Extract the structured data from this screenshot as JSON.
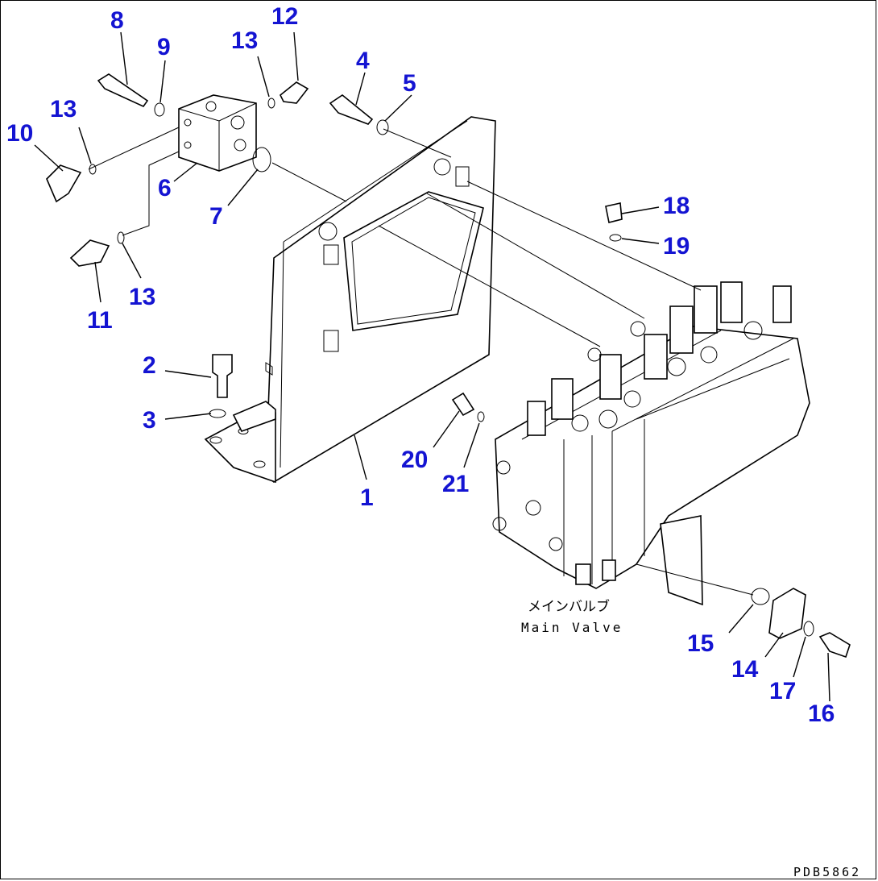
{
  "callouts": {
    "c1": "1",
    "c2": "2",
    "c3": "3",
    "c4": "4",
    "c5": "5",
    "c6": "6",
    "c7": "7",
    "c8": "8",
    "c9": "9",
    "c10": "10",
    "c11": "11",
    "c12": "12",
    "c13a": "13",
    "c13b": "13",
    "c13c": "13",
    "c14": "14",
    "c15": "15",
    "c16": "16",
    "c17": "17",
    "c18": "18",
    "c19": "19",
    "c20": "20",
    "c21": "21"
  },
  "labels": {
    "main_valve_jp": "メインバルブ",
    "main_valve_en": "Main Valve"
  },
  "drawing_code": "PDB5862",
  "colors": {
    "callout": "#1414d2",
    "line": "#000000",
    "background": "#ffffff"
  }
}
